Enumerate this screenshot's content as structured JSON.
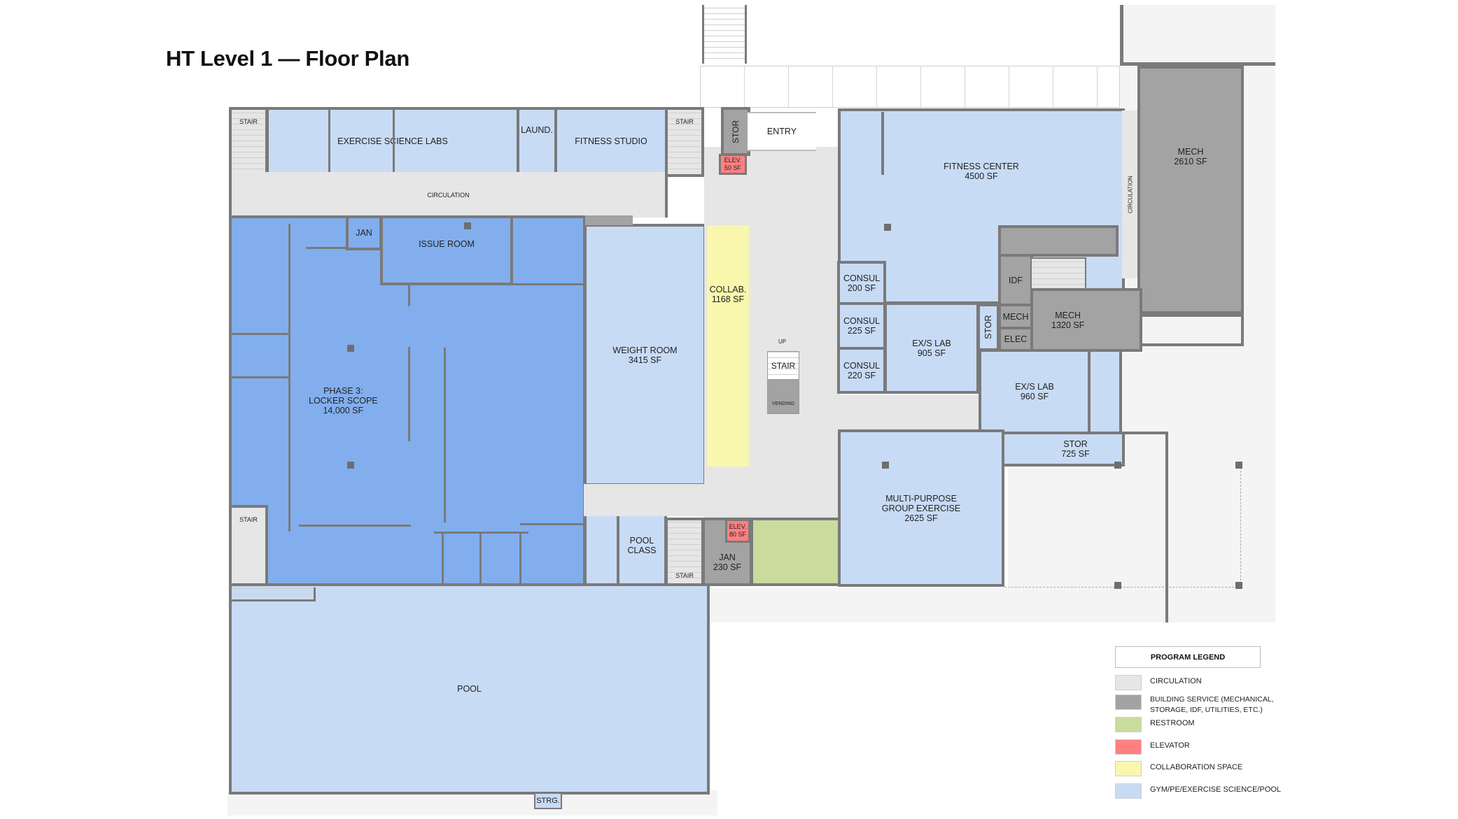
{
  "title": "HT Level 1 — Floor Plan",
  "rooms": {
    "exercise_science_labs": "EXERCISE SCIENCE LABS",
    "laundry": "LAUND.",
    "fitness_studio": "FITNESS STUDIO",
    "stair_nw": "STAIR",
    "stair_ne": "STAIR",
    "circulation_north": "CIRCULATION",
    "stor_entry": "STOR",
    "elev_north": "ELEV.\n50 SF",
    "entry": "ENTRY",
    "fitness_center": "FITNESS CENTER\n4500 SF",
    "circulation_east": "CIRCULATION",
    "mech_large": "MECH\n2610 SF",
    "jan_north": "JAN",
    "issue_room": "ISSUE ROOM",
    "locker_scope": "PHASE 3:\nLOCKER SCOPE\n14,000 SF",
    "weight_room": "WEIGHT ROOM\n3415 SF",
    "collab": "COLLAB.\n1168 SF",
    "stair_center_up": "UP",
    "stair_center": "STAIR",
    "vending": "VENDING",
    "consul_1": "CONSUL\n200 SF",
    "consul_2": "CONSUL\n225 SF",
    "consul_3": "CONSUL\n220 SF",
    "exs_lab_905": "EX/S LAB\n905 SF",
    "stor_small": "STOR",
    "idf": "IDF",
    "mech_small": "MECH",
    "elec": "ELEC",
    "mech_1320": "MECH\n1320 SF",
    "exs_lab_960": "EX/S LAB\n960 SF",
    "stor_725": "STOR\n725 SF",
    "multi_purpose": "MULTI-PURPOSE\nGROUP EXERCISE\n2625 SF",
    "stair_sw": "STAIR",
    "pool_class": "POOL\nCLASS",
    "stair_s": "STAIR",
    "jan_south": "JAN\n230 SF",
    "elev_south": "ELEV.\n80 SF",
    "pool": "POOL",
    "storage_pool": "STRG."
  },
  "legend": {
    "title": "PROGRAM LEGEND",
    "items": [
      {
        "label": "CIRCULATION",
        "color": "#e6e6e6"
      },
      {
        "label": "BUILDING SERVICE (MECHANICAL, STORAGE, IDF, UTILITIES, ETC.)",
        "color": "#a3a3a3"
      },
      {
        "label": "RESTROOM",
        "color": "#c9dc9d"
      },
      {
        "label": "ELEVATOR",
        "color": "#ff8080"
      },
      {
        "label": "COLLABORATION SPACE",
        "color": "#f8f7ad"
      },
      {
        "label": "GYM/PE/EXERCISE SCIENCE/POOL",
        "color": "#c8dbf5"
      }
    ]
  }
}
